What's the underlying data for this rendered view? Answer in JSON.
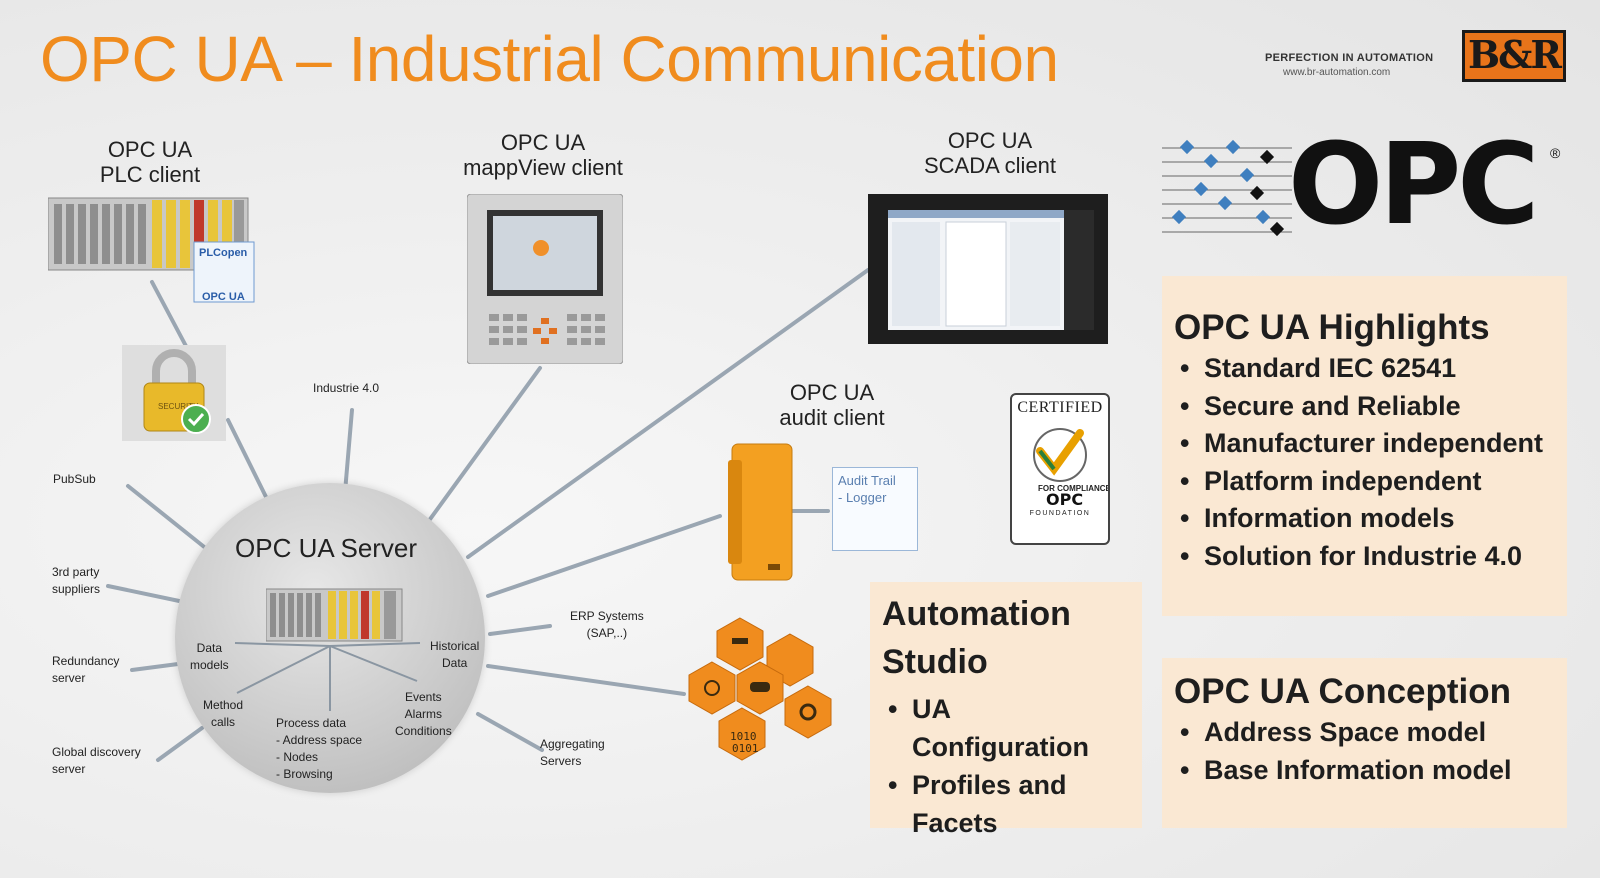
{
  "title": "OPC UA – Industrial Communication",
  "branding": {
    "tagline": "PERFECTION IN AUTOMATION",
    "url": "www.br-automation.com",
    "logo_text": "B&R",
    "brand_color": "#f08c1e"
  },
  "clients": {
    "plc": [
      "OPC UA",
      "PLC client"
    ],
    "mappview": [
      "OPC UA",
      "mappView client"
    ],
    "scada": [
      "OPC UA",
      "SCADA client"
    ],
    "audit": [
      "OPC UA",
      "audit client"
    ]
  },
  "plc_badges": {
    "plcopen": "PLCopen",
    "opcua": "OPC UA"
  },
  "security_label": "SECURITY",
  "audit_doc": [
    "Audit Trail",
    "- Logger"
  ],
  "spokes": {
    "industrie": "Industrie 4.0",
    "pubsub": "PubSub",
    "thirdparty": [
      "3rd party",
      "suppliers"
    ],
    "redundancy": [
      "Redundancy",
      "server"
    ],
    "discovery": [
      "Global discovery",
      "server"
    ],
    "erp": [
      "ERP Systems",
      "(SAP,..)"
    ],
    "aggregating": [
      "Aggregating",
      "Servers"
    ]
  },
  "server": {
    "title": "OPC UA Server",
    "data_models": [
      "Data",
      "models"
    ],
    "historical": [
      "Historical",
      "Data"
    ],
    "method_calls": [
      "Method",
      "calls"
    ],
    "events": [
      "Events",
      "Alarms",
      "Conditions"
    ],
    "process": [
      "Process data",
      "- Address space",
      "- Nodes",
      "- Browsing"
    ]
  },
  "opc_logo": {
    "text": "OPC",
    "reg": "®"
  },
  "certified": {
    "word": "CERTIFIED",
    "ring": "FOR COMPLIANCE",
    "org": "OPC",
    "foundation": "FOUNDATION"
  },
  "highlights": {
    "title": "OPC UA Highlights",
    "items": [
      "Standard IEC 62541",
      "Secure and Reliable",
      "Manufacturer independent",
      "Platform independent",
      "Information models",
      "Solution for Industrie 4.0"
    ]
  },
  "automation_studio": {
    "title": [
      "Automation",
      "Studio"
    ],
    "items": [
      "UA Configuration",
      "Profiles and Facets"
    ]
  },
  "conception": {
    "title": "OPC UA Conception",
    "items": [
      "Address Space model",
      "Base Information model"
    ]
  },
  "hex_icons": [
    "box-icon",
    "hammer-icon",
    "gamepad-icon",
    "eye-icon",
    "binary-icon",
    "gears-icon",
    "tools-icon"
  ]
}
